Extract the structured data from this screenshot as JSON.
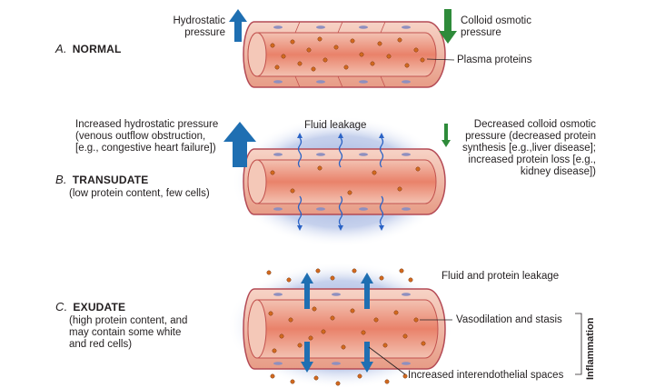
{
  "panel_a": {
    "letter": "A.",
    "title": "NORMAL",
    "hydrostatic": [
      "Hydrostatic",
      "pressure"
    ],
    "colloid": [
      "Colloid osmotic",
      "pressure"
    ],
    "plasma_proteins": "Plasma proteins"
  },
  "panel_b": {
    "letter": "B.",
    "title": "TRANSUDATE",
    "subtitle": "(low protein content, few cells)",
    "left_text": [
      "Increased hydrostatic pressure",
      "(venous outflow obstruction,",
      "[e.g., congestive heart failure])"
    ],
    "fluid_leakage": "Fluid leakage",
    "right_text": [
      "Decreased colloid osmotic",
      "pressure (decreased protein",
      "synthesis [e.g.,liver disease];",
      "increased protein loss [e.g.,",
      "kidney disease])"
    ]
  },
  "panel_c": {
    "letter": "C.",
    "title": "EXUDATE",
    "subtitle": [
      "(high protein content, and",
      "may contain some white",
      "and red cells)"
    ],
    "fluid_protein": "Fluid and protein leakage",
    "vasodilation": "Vasodilation and stasis",
    "interendothelial": "Increased interendothelial spaces",
    "inflammation": "Inflammation"
  },
  "colors": {
    "vessel_wall": "#e8a08e",
    "lumen": "#e9836a",
    "protein_dot": "#d2691e",
    "arrow_blue": "#1f6fb2",
    "arrow_green": "#2e8b3a",
    "edema_glow": "#8aa3d6"
  }
}
